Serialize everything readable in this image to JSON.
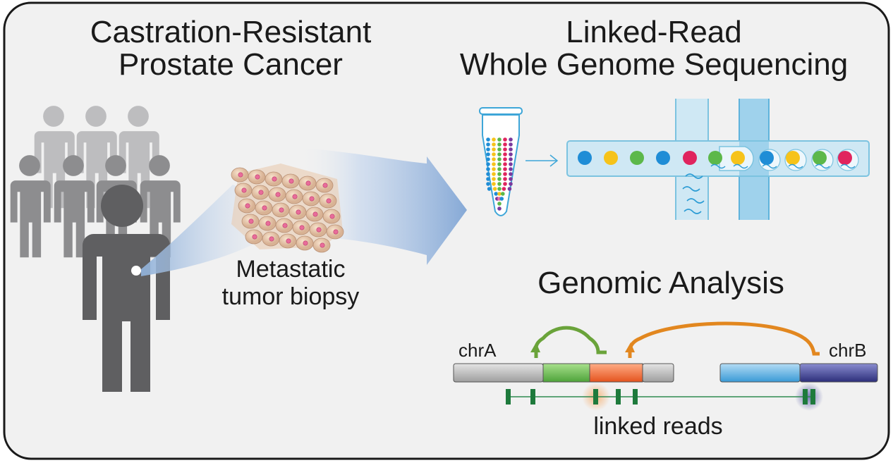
{
  "titles": {
    "left_line1": "Castration-Resistant",
    "left_line2": "Prostate Cancer",
    "right_line1": "Linked-Read",
    "right_line2": "Whole Genome Sequencing",
    "analysis": "Genomic Analysis"
  },
  "labels": {
    "biopsy_line1": "Metastatic",
    "biopsy_line2": "tumor biopsy",
    "chr_a": "chrA",
    "chr_b": "chrB",
    "linked_reads": "linked reads"
  },
  "colors": {
    "frame_bg": "#f1f1f1",
    "person_dark": "#5f5f61",
    "person_mid": "#8d8d8f",
    "person_light": "#bdbdbf",
    "arrow_blue": "#8fb0d8",
    "channel_fill": "#cfe8f4",
    "channel_stroke": "#7cc3e0",
    "bead_blue": "#1f8dd6",
    "bead_yellow": "#f6c31a",
    "bead_green": "#5cb84a",
    "bead_magenta": "#e0245e",
    "chr_gray": "#bdbdbd",
    "seg_green": "#6cc24a",
    "seg_orange": "#f26a2e",
    "seg_blue": "#5fb4e6",
    "seg_navy": "#3b3d8f",
    "arc_green": "#6aa33a",
    "arc_orange": "#e2871f",
    "read_green": "#1e7a3c"
  },
  "icons": [
    "person-icon",
    "tumor-tissue-icon",
    "tube-icon",
    "arrow-icon",
    "microfluidic-chip-icon",
    "chromosome-icon",
    "linked-reads-icon"
  ]
}
